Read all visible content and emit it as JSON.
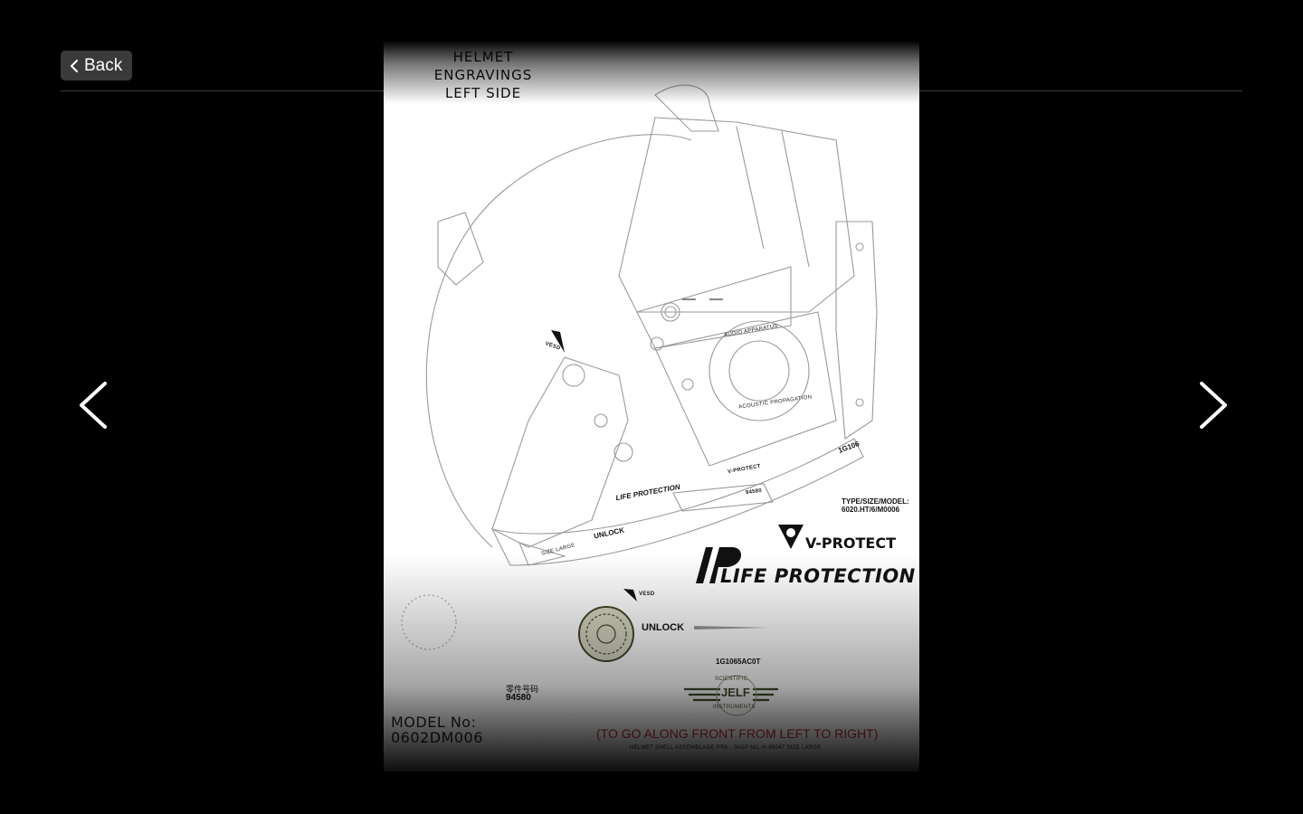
{
  "header": {
    "back_label": "Back"
  },
  "sheet": {
    "title_lines": [
      "HELMET",
      "ENGRAVINGS",
      "LEFT SIDE"
    ],
    "type_size_model_label": "TYPE/SIZE/MODEL:",
    "type_size_model_value": "6020.HT/6/M0006",
    "v_protect": "V-PROTECT",
    "life_protection": "LIFE PROTECTION",
    "life_protection_small": "LIFE PROTECTION",
    "v_protect_small": "V-PROTECT",
    "unlock": "UNLOCK",
    "unlock_small": "UNLOCK",
    "serial": "1G1065AC0T",
    "serial_short": "1G106",
    "part_label": "零件号码",
    "part_number": "94580",
    "part_number_small": "94580",
    "model_label": "MODEL No:",
    "model_value": "0602DM006",
    "instruction": "(TO GO ALONG FRONT FROM LEFT TO RIGHT)",
    "shell_line": "HELMET SHELL ASSEMBLAGE  PRK - 3A1P  MIL-H-85047 SIZE LARGE",
    "vesd": "VESD",
    "jelf": "JELF",
    "scientific": "SCIENTIFIC",
    "instruments": "INSTRUMENTS",
    "size_large": "SIZE LARGE",
    "audio_apparatus": "AUDIO APPARATUS",
    "acoustic": "ACOUSTIC PROPAGATION"
  },
  "colors": {
    "background": "#000000",
    "back_button": "#3a3a3a",
    "instruction_red": "#c2272d",
    "emblem_olive": "#3f4a2a"
  }
}
